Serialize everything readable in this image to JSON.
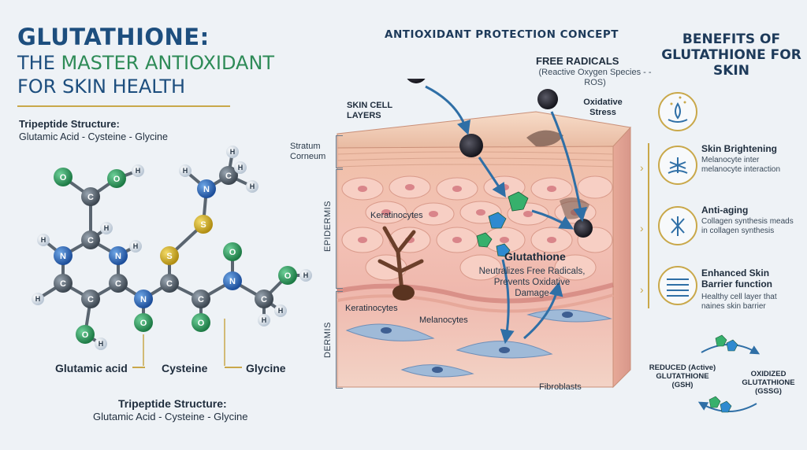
{
  "title": {
    "line1": "GLUTATHIONE:",
    "line2_a": "THE ",
    "line2_b": "MASTER ANTIOXIDANT",
    "line3": "FOR SKIN HEALTH"
  },
  "tripeptide_top": {
    "heading": "Tripeptide Structure:",
    "sub": "Glutamic Acid - Cysteine - Glycine"
  },
  "molecule_labels": [
    "Glutamic acid",
    "Cysteine",
    "Glycine"
  ],
  "tripeptide_bottom": {
    "heading": "Tripeptide Structure:",
    "sub": "Glutamic Acid - Cysteine - Glycine"
  },
  "atoms": {
    "c": "C",
    "h": "H",
    "n": "N",
    "o": "O",
    "s": "S"
  },
  "concept_title": "ANTIOXIDANT PROTECTION CONCEPT",
  "free_radicals": {
    "heading": "FREE RADICALS",
    "sub": "(Reactive Oxygen Species - - ROS)"
  },
  "skin_cell_layers": "SKIN CELL LAYERS",
  "oxidative_stress": "Oxidative Stress",
  "layers": {
    "stratum": "Stratum Corneum",
    "epidermis": "EPIDERMIS",
    "dermis": "DERMIS"
  },
  "cells": {
    "keratinocytes_1": "Keratinocytes",
    "keratinocytes_2": "Keratinocytes",
    "melanocytes": "Melanocytes",
    "fibroblasts": "Fibroblasts"
  },
  "glutathione": {
    "heading": "Glutathione",
    "sub": "Neutralizes Free Radicals, Prevents Oxidative Damage"
  },
  "benefits_title": "BENEFITS OF GLUTATHIONE FOR SKIN",
  "benefits": [
    {
      "title": "Skin Brightening",
      "desc": "Melanocyte inter melanocyte interaction"
    },
    {
      "title": "Anti-aging",
      "desc": "Collagen synthesis meads in collagen synthesis"
    },
    {
      "title": "Enhanced Skin Barrier function",
      "desc": "Healthy cell layer that naines skin barrier"
    }
  ],
  "cycle": {
    "reduced": "REDUCED (Active) GLUTATHIONE (GSH)",
    "oxidized": "OXIDIZED GLUTATHIONE (GSSG)"
  },
  "colors": {
    "title": "#1d4e7e",
    "highlight": "#2e8b57",
    "accent_gold": "#c9a84a",
    "skin": "#f3c9b8",
    "arrow": "#2f6fa6"
  }
}
